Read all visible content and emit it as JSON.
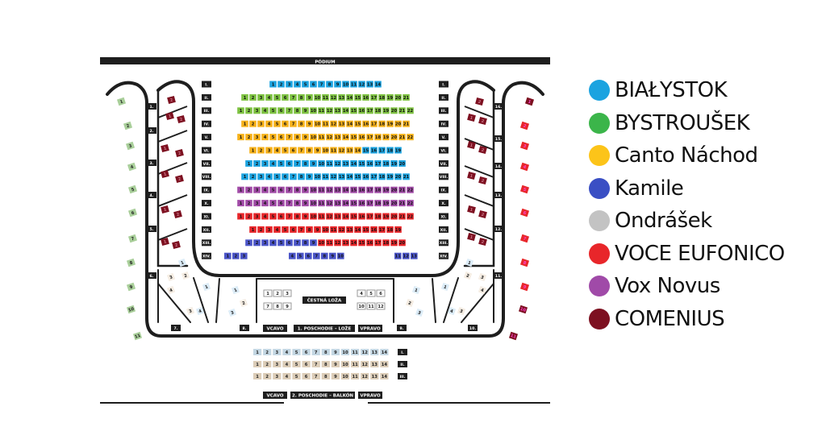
{
  "stage_label": "PÓDIUM",
  "rows": [
    {
      "label": "I.",
      "group": "BIAŁYSTOK",
      "seats": 14
    },
    {
      "label": "II.",
      "group": "BYSTROUŠEK",
      "seats": 21
    },
    {
      "label": "III.",
      "group": "BYSTROUŠEK",
      "seats": 22
    },
    {
      "label": "IV.",
      "group": "Canto Náchod",
      "seats": 21
    },
    {
      "label": "V.",
      "group": "Canto Náchod",
      "seats": 22
    },
    {
      "label": "VI.",
      "group": "mixed",
      "seats": 19
    },
    {
      "label": "VII.",
      "group": "BIAŁYSTOK",
      "seats": 20
    },
    {
      "label": "VIII.",
      "group": "BIAŁYSTOK",
      "seats": 21
    },
    {
      "label": "IX.",
      "group": "Vox Novus",
      "seats": 22
    },
    {
      "label": "X.",
      "group": "Vox Novus",
      "seats": 22
    },
    {
      "label": "XI.",
      "group": "VOCE EUFONICO",
      "seats": 22
    },
    {
      "label": "XII.",
      "group": "VOCE EUFONICO",
      "seats": 19
    },
    {
      "label": "XIII.",
      "group": "mixed",
      "seats": 20
    },
    {
      "label": "XIV.",
      "group": "Kamile",
      "seats": 13
    }
  ],
  "row_vi_note": "seats 1-14 Canto Náchod, seats 15-19 BIAŁYSTOK",
  "row_xiii_note": "seats 1-9 Kamile, seats 10-20 VOCE EUFONICO",
  "row_xiv_blocks": [
    [
      1,
      3
    ],
    [
      4,
      10
    ],
    [
      11,
      13
    ]
  ],
  "side_box_labels_left": [
    "1.",
    "2.",
    "3.",
    "4.",
    "5.",
    "6."
  ],
  "side_box_labels_right": [
    "16.",
    "15.",
    "14.",
    "13.",
    "12.",
    "11."
  ],
  "outer_left_seats": [
    "1",
    "2",
    "3",
    "4",
    "5",
    "6",
    "7",
    "8",
    "9",
    "10",
    "11"
  ],
  "outer_right_seats": [
    "1",
    "2",
    "3",
    "4",
    "5",
    "6",
    "7",
    "8",
    "9",
    "10",
    "11"
  ],
  "honor_box": {
    "label": "ČESTNÁ LOŽA",
    "left_seats": [
      "1",
      "2",
      "3",
      "7",
      "8",
      "9"
    ],
    "right_seats": [
      "4",
      "5",
      "6",
      "10",
      "11",
      "12"
    ]
  },
  "lower_box_labels": [
    "7.",
    "8.",
    "9.",
    "10."
  ],
  "first_floor": {
    "left": "VCAVO",
    "center": "1. POSCHODIE – LOŽE",
    "right": "VPRAVO"
  },
  "balcony_rows": [
    {
      "label": "I.",
      "seats": 14
    },
    {
      "label": "II.",
      "seats": 14
    },
    {
      "label": "III.",
      "seats": 14
    }
  ],
  "second_floor": {
    "left": "VCAVO",
    "center": "2. POSCHODIE – BALKÓN",
    "right": "VPRAVO"
  },
  "legend": [
    {
      "name": "BIAŁYSTOK",
      "color": "#1ba3e0"
    },
    {
      "name": "BYSTROUŠEK",
      "color": "#3bb54a"
    },
    {
      "name": "Canto Náchod",
      "color": "#fcc419"
    },
    {
      "name": "Kamile",
      "color": "#3a4fc4"
    },
    {
      "name": "Ondrášek",
      "color": "#c3c3c3"
    },
    {
      "name": "VOCE EUFONICO",
      "color": "#e8262a"
    },
    {
      "name": "Vox Novus",
      "color": "#a04aa8"
    },
    {
      "name": "COMENIUS",
      "color": "#7d1020"
    }
  ],
  "colors": {
    "BIAŁYSTOK": "#1ba3e0",
    "BYSTROUŠEK": "#7ec242",
    "Canto Náchod": "#f7b21b",
    "Kamile": "#4b55c8",
    "VOCE EUFONICO": "#e8262a",
    "Vox Novus": "#a24ca8",
    "COMENIUS": "#7d1020",
    "side_green": "#a9cf9a",
    "box_seat": "#f5ede3",
    "box_seat_blue": "#dcecf7",
    "balcony_blue": "#c4d7e3",
    "balcony_beige": "#dccdb8",
    "wall": "#1e1e1e"
  }
}
